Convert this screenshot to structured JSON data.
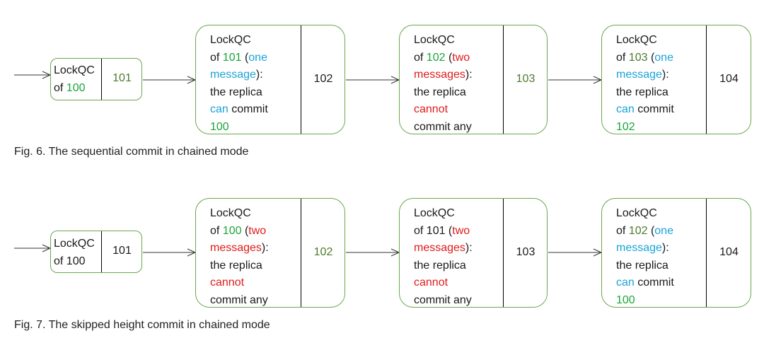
{
  "figures": [
    {
      "caption": "Fig. 6. The sequential commit in chained mode",
      "blocks": [
        {
          "lines": [
            [
              {
                "t": "LockQC",
                "c": "black"
              }
            ],
            [
              {
                "t": "of ",
                "c": "black"
              },
              {
                "t": "100",
                "c": "green"
              }
            ]
          ],
          "number": {
            "t": "101",
            "c": "olive"
          }
        },
        {
          "lines": [
            [
              {
                "t": "LockQC",
                "c": "black"
              }
            ],
            [
              {
                "t": "of ",
                "c": "black"
              },
              {
                "t": "101",
                "c": "green"
              },
              {
                "t": " (",
                "c": "black"
              },
              {
                "t": "one",
                "c": "cyan"
              }
            ],
            [
              {
                "t": "message",
                "c": "cyan"
              },
              {
                "t": "):",
                "c": "black"
              }
            ],
            [
              {
                "t": "the replica",
                "c": "black"
              }
            ],
            [
              {
                "t": "can",
                "c": "cyan"
              },
              {
                "t": " commit",
                "c": "black"
              }
            ],
            [
              {
                "t": "100",
                "c": "green"
              }
            ]
          ],
          "number": {
            "t": "102",
            "c": "black"
          }
        },
        {
          "lines": [
            [
              {
                "t": "LockQC",
                "c": "black"
              }
            ],
            [
              {
                "t": "of ",
                "c": "black"
              },
              {
                "t": "102",
                "c": "green"
              },
              {
                "t": " (",
                "c": "black"
              },
              {
                "t": "two",
                "c": "red"
              }
            ],
            [
              {
                "t": "messages",
                "c": "red"
              },
              {
                "t": "):",
                "c": "black"
              }
            ],
            [
              {
                "t": "the replica",
                "c": "black"
              }
            ],
            [
              {
                "t": "cannot",
                "c": "red"
              }
            ],
            [
              {
                "t": "commit any",
                "c": "black"
              }
            ]
          ],
          "number": {
            "t": "103",
            "c": "olive"
          }
        },
        {
          "lines": [
            [
              {
                "t": "LockQC",
                "c": "black"
              }
            ],
            [
              {
                "t": "of ",
                "c": "black"
              },
              {
                "t": "103",
                "c": "olive"
              },
              {
                "t": " (",
                "c": "black"
              },
              {
                "t": "one",
                "c": "cyan"
              }
            ],
            [
              {
                "t": "message",
                "c": "cyan"
              },
              {
                "t": "):",
                "c": "black"
              }
            ],
            [
              {
                "t": "the replica",
                "c": "black"
              }
            ],
            [
              {
                "t": "can",
                "c": "cyan"
              },
              {
                "t": " commit",
                "c": "black"
              }
            ],
            [
              {
                "t": "102",
                "c": "green"
              }
            ]
          ],
          "number": {
            "t": "104",
            "c": "black"
          }
        }
      ]
    },
    {
      "caption": "Fig. 7. The skipped height commit in chained mode",
      "blocks": [
        {
          "lines": [
            [
              {
                "t": "LockQC",
                "c": "black"
              }
            ],
            [
              {
                "t": "of 100",
                "c": "black"
              }
            ]
          ],
          "number": {
            "t": "101",
            "c": "black"
          }
        },
        {
          "lines": [
            [
              {
                "t": "LockQC",
                "c": "black"
              }
            ],
            [
              {
                "t": "of ",
                "c": "black"
              },
              {
                "t": "100",
                "c": "green"
              },
              {
                "t": " (",
                "c": "black"
              },
              {
                "t": "two",
                "c": "red"
              }
            ],
            [
              {
                "t": "messages",
                "c": "red"
              },
              {
                "t": "):",
                "c": "black"
              }
            ],
            [
              {
                "t": "the replica",
                "c": "black"
              }
            ],
            [
              {
                "t": "cannot",
                "c": "red"
              }
            ],
            [
              {
                "t": "commit any",
                "c": "black"
              }
            ]
          ],
          "number": {
            "t": "102",
            "c": "olive"
          }
        },
        {
          "lines": [
            [
              {
                "t": "LockQC",
                "c": "black"
              }
            ],
            [
              {
                "t": "of 101 (",
                "c": "black"
              },
              {
                "t": "two",
                "c": "red"
              }
            ],
            [
              {
                "t": "messages",
                "c": "red"
              },
              {
                "t": "):",
                "c": "black"
              }
            ],
            [
              {
                "t": "the replica",
                "c": "black"
              }
            ],
            [
              {
                "t": "cannot",
                "c": "red"
              }
            ],
            [
              {
                "t": "commit any",
                "c": "black"
              }
            ]
          ],
          "number": {
            "t": "103",
            "c": "black"
          }
        },
        {
          "lines": [
            [
              {
                "t": "LockQC",
                "c": "black"
              }
            ],
            [
              {
                "t": "of ",
                "c": "black"
              },
              {
                "t": "102",
                "c": "olive"
              },
              {
                "t": " (",
                "c": "black"
              },
              {
                "t": "one",
                "c": "cyan"
              }
            ],
            [
              {
                "t": "message",
                "c": "cyan"
              },
              {
                "t": "):",
                "c": "black"
              }
            ],
            [
              {
                "t": "the replica",
                "c": "black"
              }
            ],
            [
              {
                "t": "can",
                "c": "cyan"
              },
              {
                "t": " commit",
                "c": "black"
              }
            ],
            [
              {
                "t": "100",
                "c": "green"
              }
            ]
          ],
          "number": {
            "t": "104",
            "c": "black"
          }
        }
      ]
    }
  ],
  "colors": {
    "box_border": "#6aa84f",
    "green": "#1aa53a",
    "olive": "#4e7a2a",
    "cyan": "#1aa3d8",
    "red": "#e01b1b"
  }
}
